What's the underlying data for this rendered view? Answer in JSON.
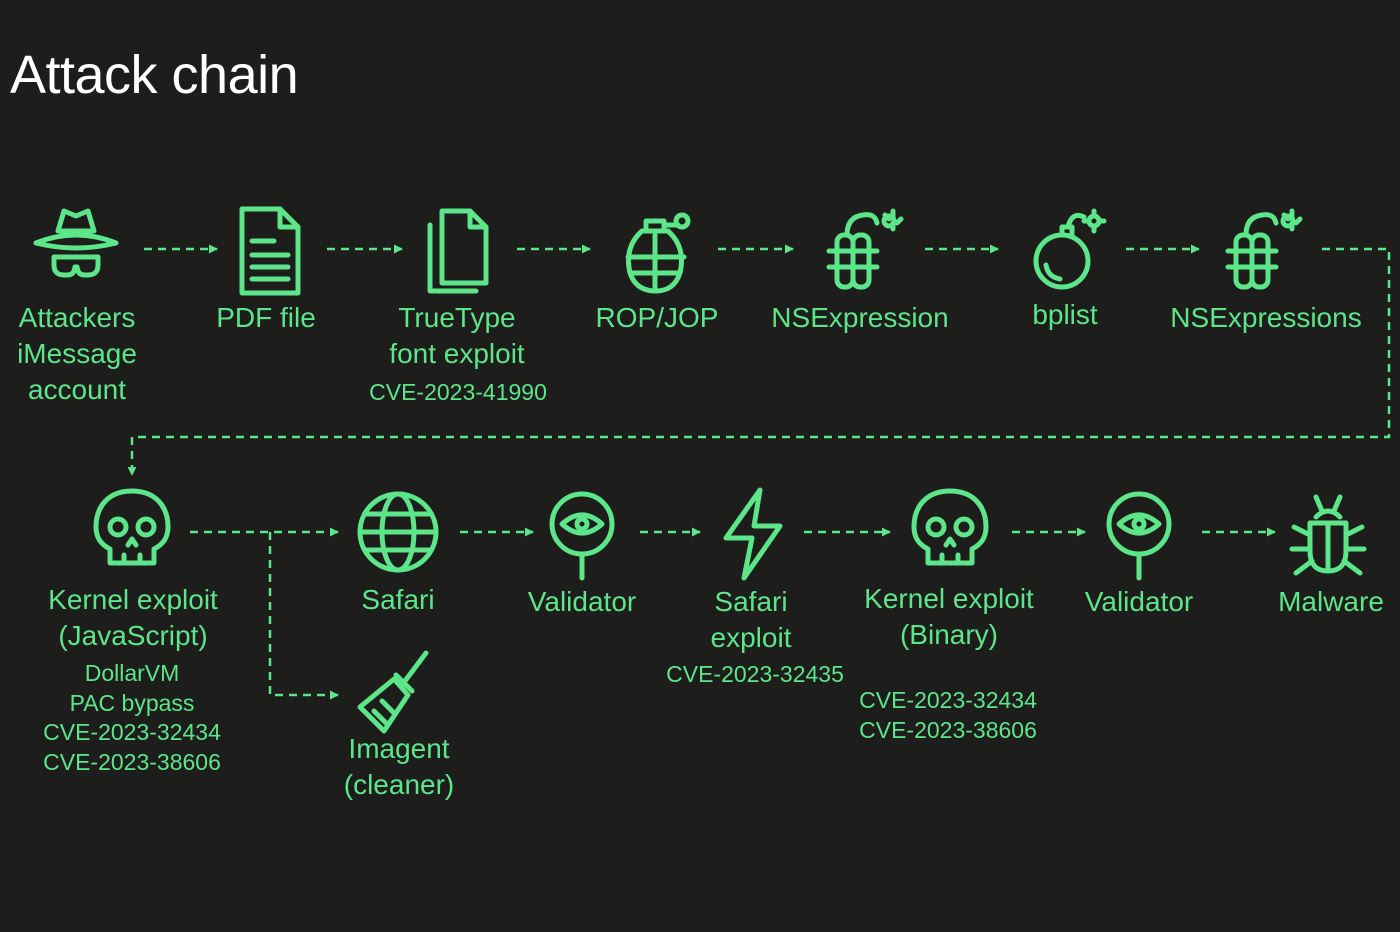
{
  "title": "Attack chain",
  "colors": {
    "accent": "#5de58a",
    "background": "#1d1d1c",
    "title": "#ffffff"
  },
  "nodes": {
    "attackers": {
      "icon": "spy-icon",
      "label_lines": [
        "Attackers",
        "iMessage",
        "account"
      ]
    },
    "pdf": {
      "icon": "document-icon",
      "label_lines": [
        "PDF file"
      ]
    },
    "truetype": {
      "icon": "copy-files-icon",
      "label_lines": [
        "TrueType",
        "font exploit"
      ],
      "cve": "CVE-2023-41990"
    },
    "ropjop": {
      "icon": "grenade-icon",
      "label_lines": [
        "ROP/JOP"
      ]
    },
    "nsexpression": {
      "icon": "dynamite-icon",
      "label_lines": [
        "NSExpression"
      ]
    },
    "bplist": {
      "icon": "bomb-icon",
      "label_lines": [
        "bplist"
      ]
    },
    "nsexpressions": {
      "icon": "dynamite-icon",
      "label_lines": [
        "NSExpressions"
      ]
    },
    "kernel_js": {
      "icon": "skull-icon",
      "label_lines": [
        "Kernel exploit",
        "(JavaScript)"
      ],
      "sub_lines": [
        "DollarVM",
        "PAC bypass",
        "CVE-2023-32434",
        "CVE-2023-38606"
      ]
    },
    "safari": {
      "icon": "globe-icon",
      "label_lines": [
        "Safari"
      ]
    },
    "imagent": {
      "icon": "broom-icon",
      "label_lines": [
        "Imagent",
        "(cleaner)"
      ]
    },
    "validator1": {
      "icon": "eye-pin-icon",
      "label_lines": [
        "Validator"
      ]
    },
    "safari_exploit": {
      "icon": "lightning-icon",
      "label_lines": [
        "Safari",
        "exploit"
      ],
      "cve": "CVE-2023-32435"
    },
    "kernel_bin": {
      "icon": "skull-icon",
      "label_lines": [
        "Kernel exploit",
        "(Binary)"
      ],
      "cve_lines": [
        "CVE-2023-32434",
        "CVE-2023-38606"
      ]
    },
    "validator2": {
      "icon": "eye-pin-icon",
      "label_lines": [
        "Validator"
      ]
    },
    "malware": {
      "icon": "bug-icon",
      "label_lines": [
        "Malware"
      ]
    }
  }
}
